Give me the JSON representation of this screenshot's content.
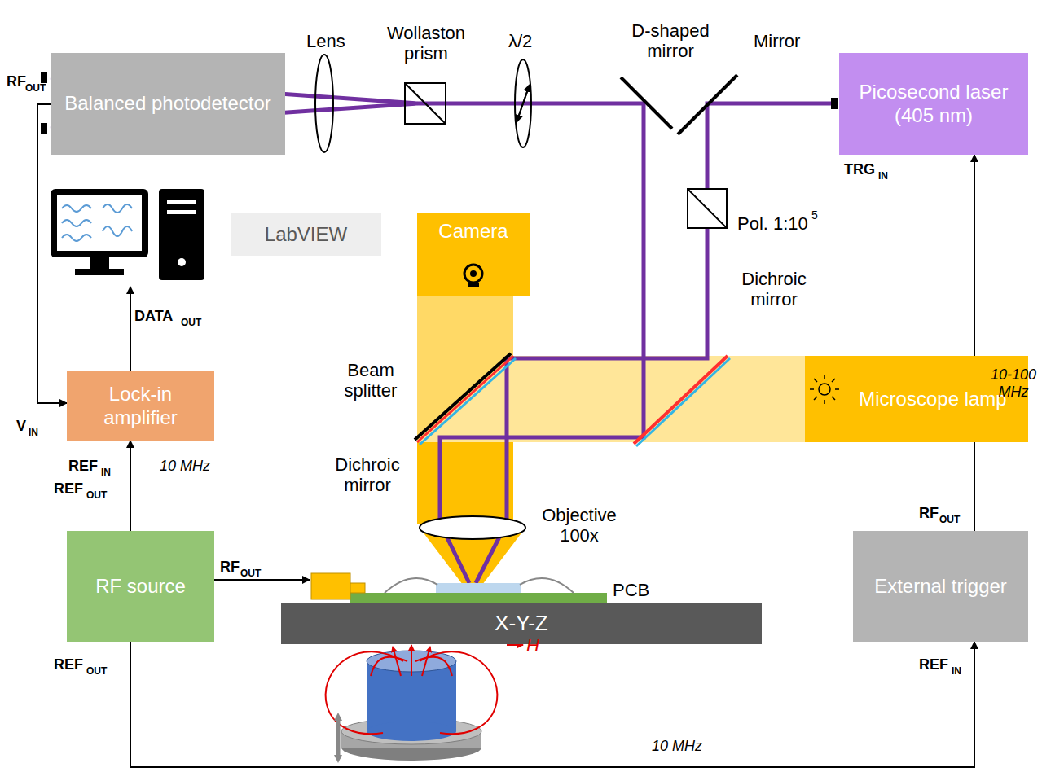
{
  "diagram": {
    "nodes": [
      {
        "text": [
          "Balanced photodetector"
        ]
      },
      {
        "text": [
          "Picosecond laser (405 nm)"
        ]
      },
      {
        "text": [
          "Camera"
        ]
      },
      {
        "text": [
          "Microscope lamp"
        ]
      },
      {
        "text": [
          "Lock-in amplifier"
        ]
      },
      {
        "text": [
          "RF source"
        ]
      },
      {
        "text": [
          "External trigger"
        ]
      },
      {
        "text": [
          "X-Y-Z"
        ]
      }
    ],
    "edges": [
      {
        "from": 0,
        "to": 4,
        "arrow": "to"
      },
      {
        "from": 5,
        "to": 4,
        "arrow": "to"
      },
      {
        "from": 5,
        "to": 6,
        "arrow": "to"
      },
      {
        "from": 6,
        "to": 1,
        "arrow": "to"
      }
    ],
    "labels": [
      "RF",
      "OUT",
      "Lens",
      "Wollaston prism",
      "λ/2",
      "D-shaped mirror",
      "Mirror",
      "TRG",
      "IN",
      "LabVIEW",
      "Pol. 1:10",
      "5",
      "Dichroic mirror",
      "DATA",
      "OUT",
      "Beam splitter",
      "V",
      "IN",
      "10-100 MHz",
      "REF",
      "IN",
      "10 MHz",
      "REF",
      "OUT",
      "Dichroic mirror",
      "Objective 100x",
      "RF",
      "OUT",
      "RF",
      "OUT",
      "PCB",
      "REF",
      "OUT",
      "REF",
      "IN",
      "H",
      "10 MHz"
    ]
  }
}
